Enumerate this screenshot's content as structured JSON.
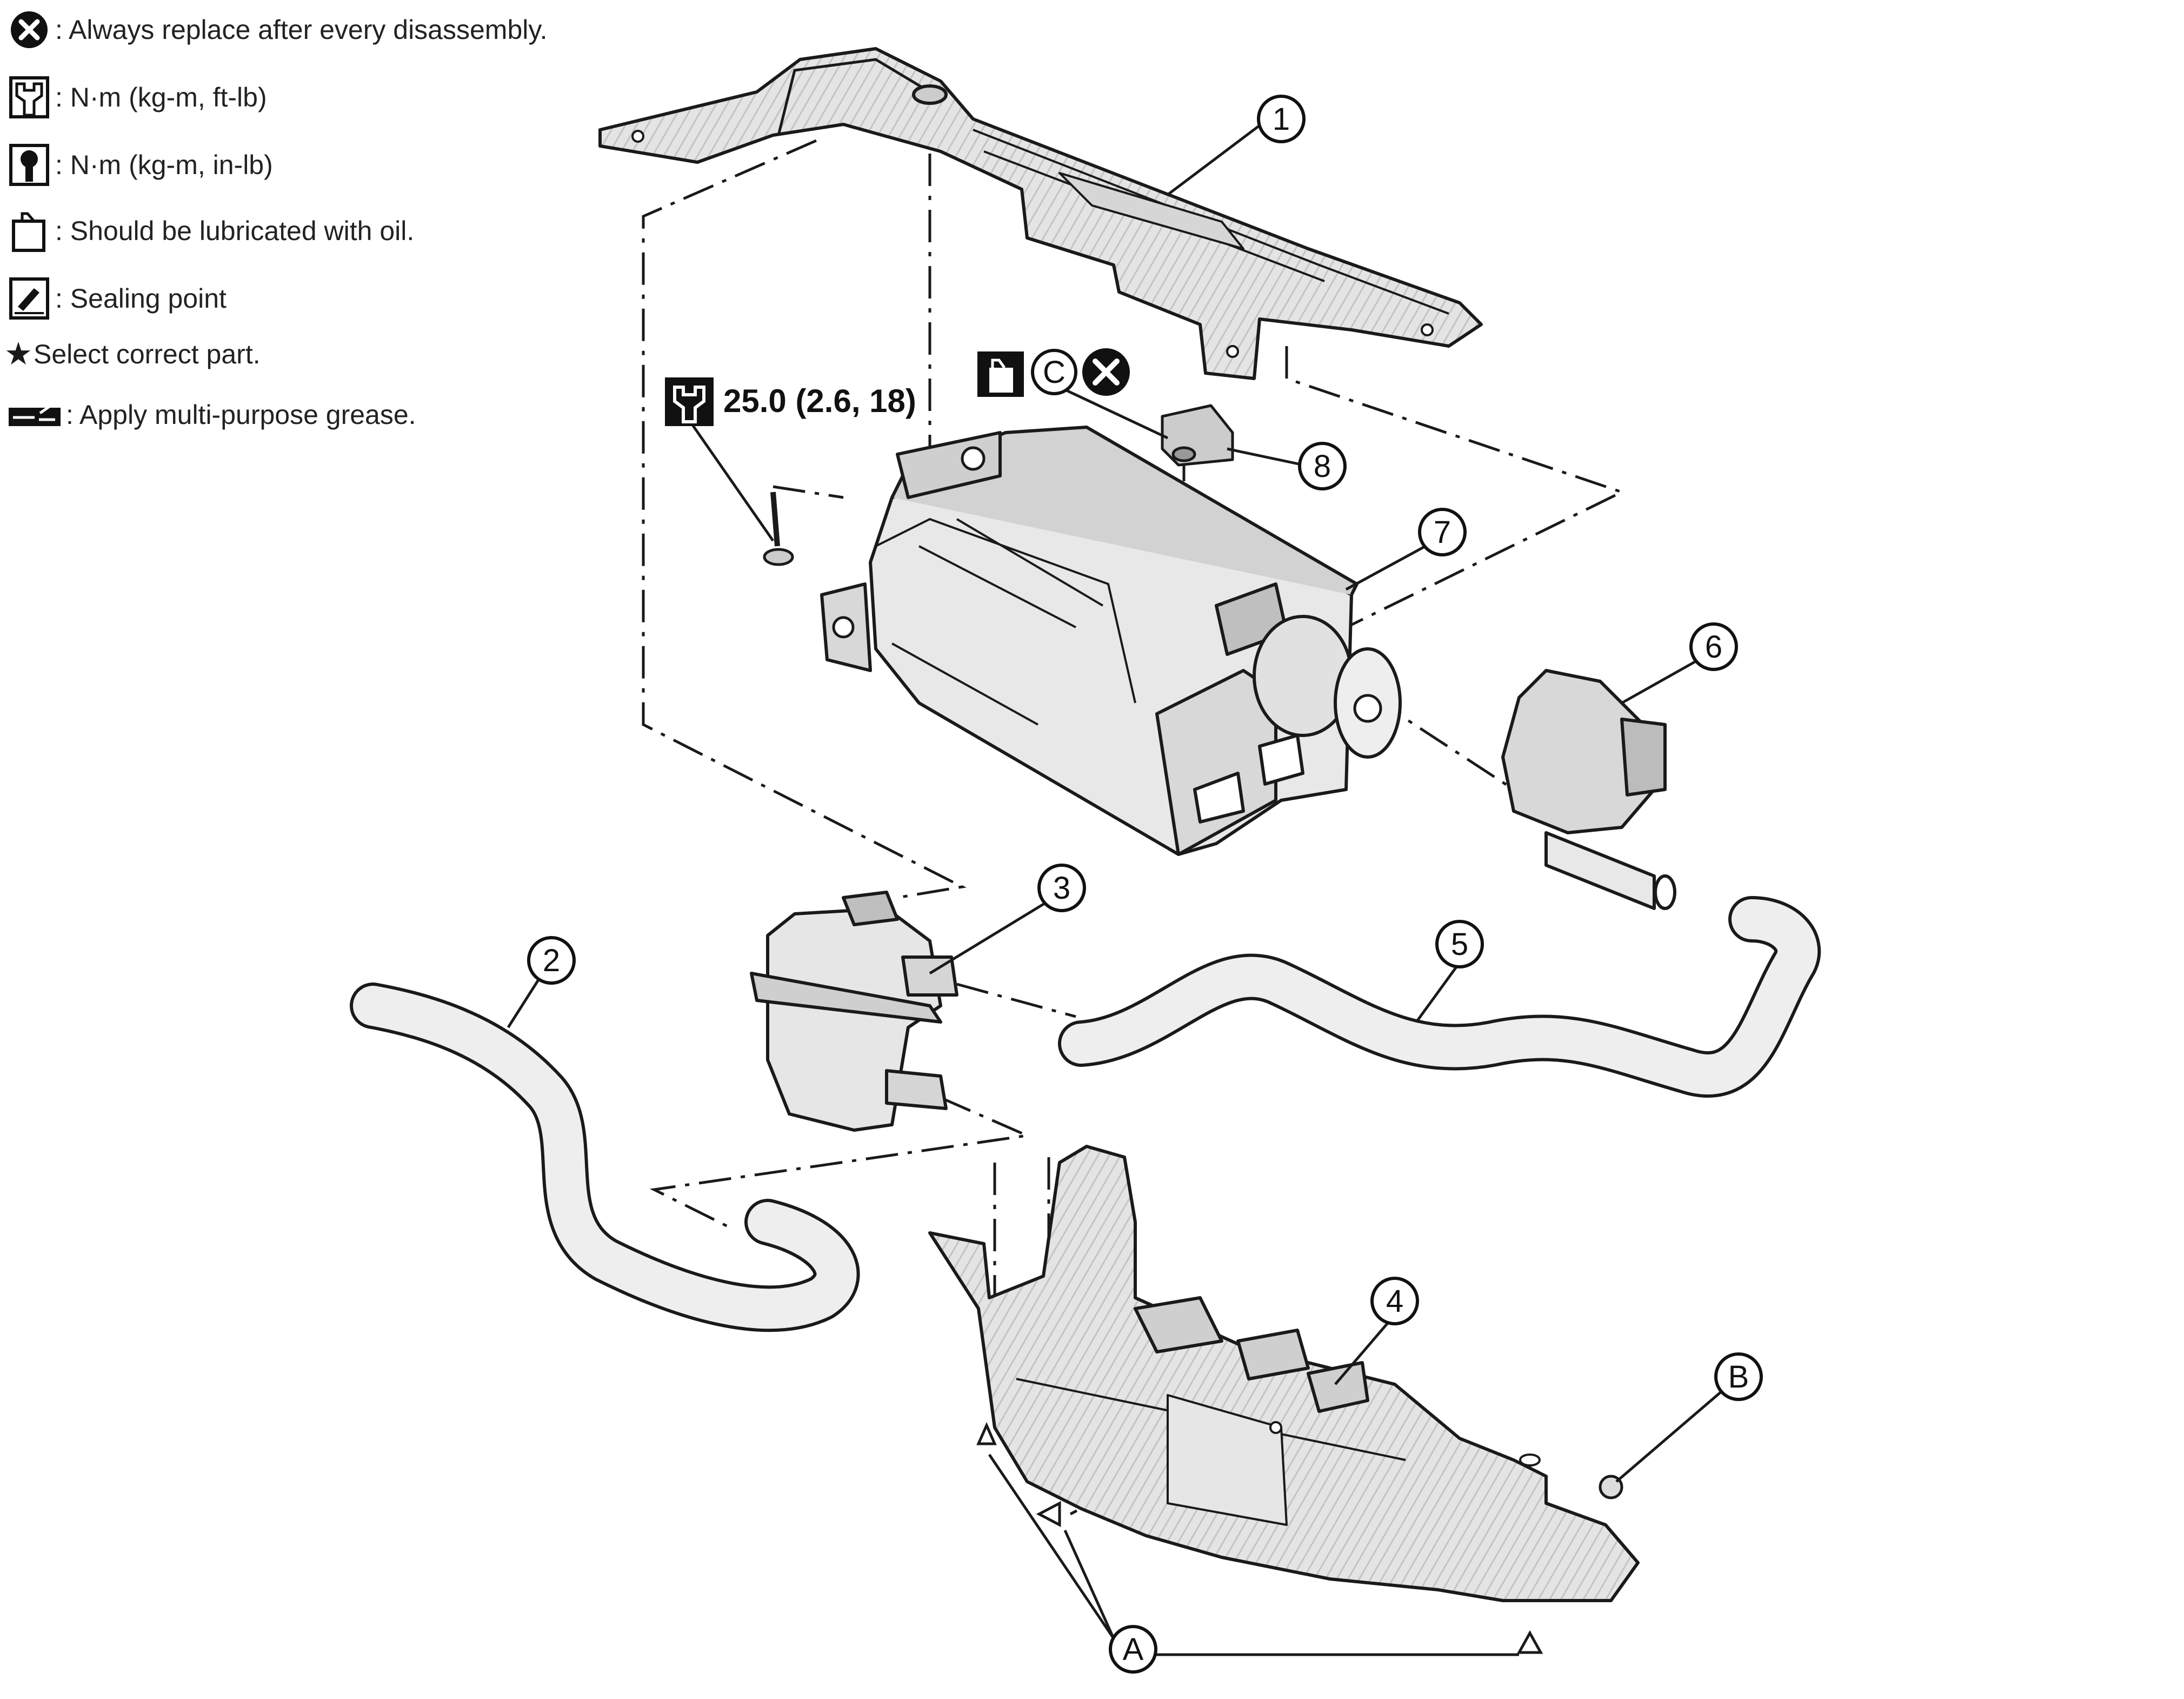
{
  "legend": {
    "items": [
      {
        "icon": "x-circle-icon",
        "text": ": Always replace after every disassembly."
      },
      {
        "icon": "torque-wrench-icon",
        "text": ": N·m (kg-m, ft-lb)"
      },
      {
        "icon": "torque-wrench-small-icon",
        "text": ": N·m (kg-m, in-lb)"
      },
      {
        "icon": "oil-can-icon",
        "text": ": Should be lubricated with oil."
      },
      {
        "icon": "sealant-icon",
        "text": ": Sealing point"
      },
      {
        "icon": "star-icon",
        "text": "Select correct part."
      },
      {
        "icon": "grease-gun-icon",
        "text": ": Apply multi-purpose grease."
      }
    ],
    "star_glyph": "★"
  },
  "torque_spec": "25.0 (2.6, 18)",
  "callouts": {
    "c1": "1",
    "c2": "2",
    "c3": "3",
    "c4": "4",
    "c5": "5",
    "c6": "6",
    "c7": "7",
    "c8": "8",
    "cA": "A",
    "cB": "B",
    "cC": "C"
  },
  "colors": {
    "line": "#1a1a1a",
    "fill_light": "#eeeeee",
    "fill_mid": "#d6d6d6",
    "fill_dark": "#b8b8b8"
  }
}
